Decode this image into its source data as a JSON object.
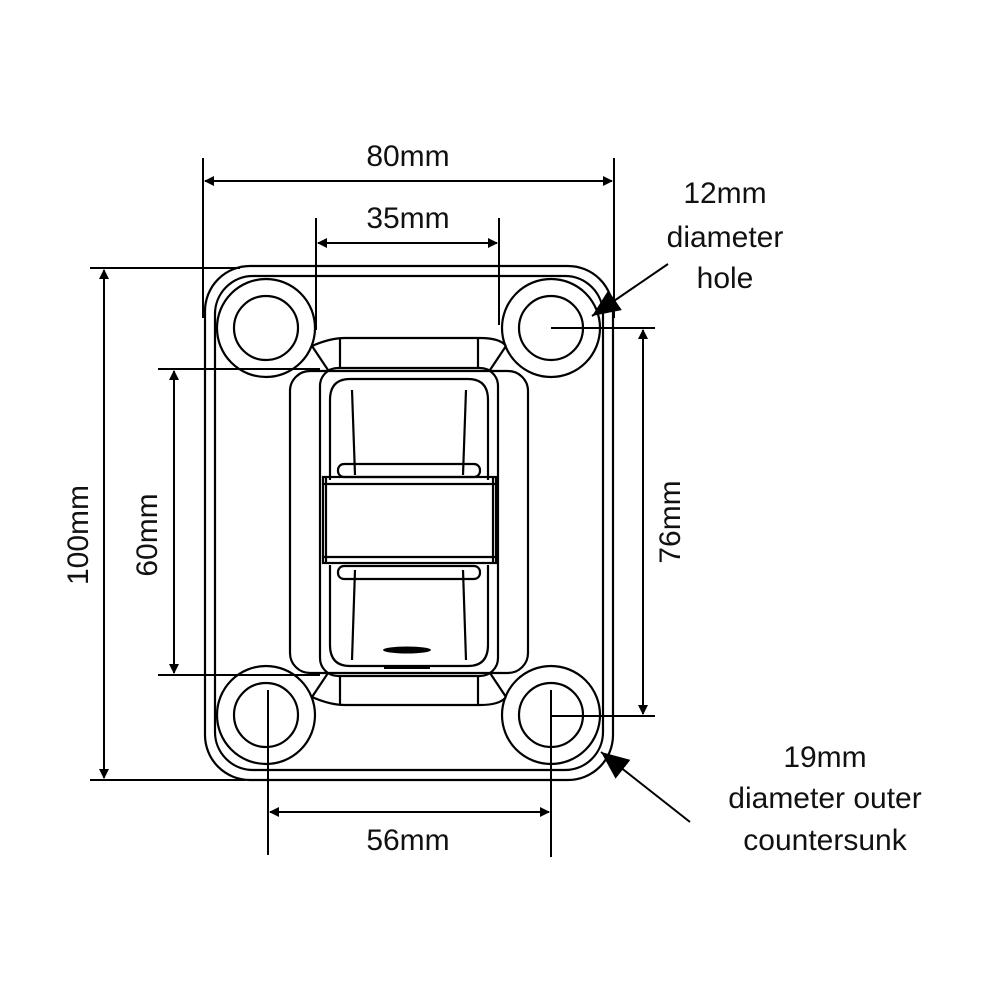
{
  "dimensions": {
    "overall_width": "80mm",
    "inner_hole_spacing_top": "35mm",
    "overall_height": "100mm",
    "inner_height": "60mm",
    "hole_vertical_spacing": "76mm",
    "hole_horizontal_spacing": "56mm"
  },
  "annotations": {
    "hole": [
      "12mm",
      "diameter",
      "hole"
    ],
    "countersink": [
      "19mm",
      "diameter outer",
      "countersunk"
    ]
  }
}
